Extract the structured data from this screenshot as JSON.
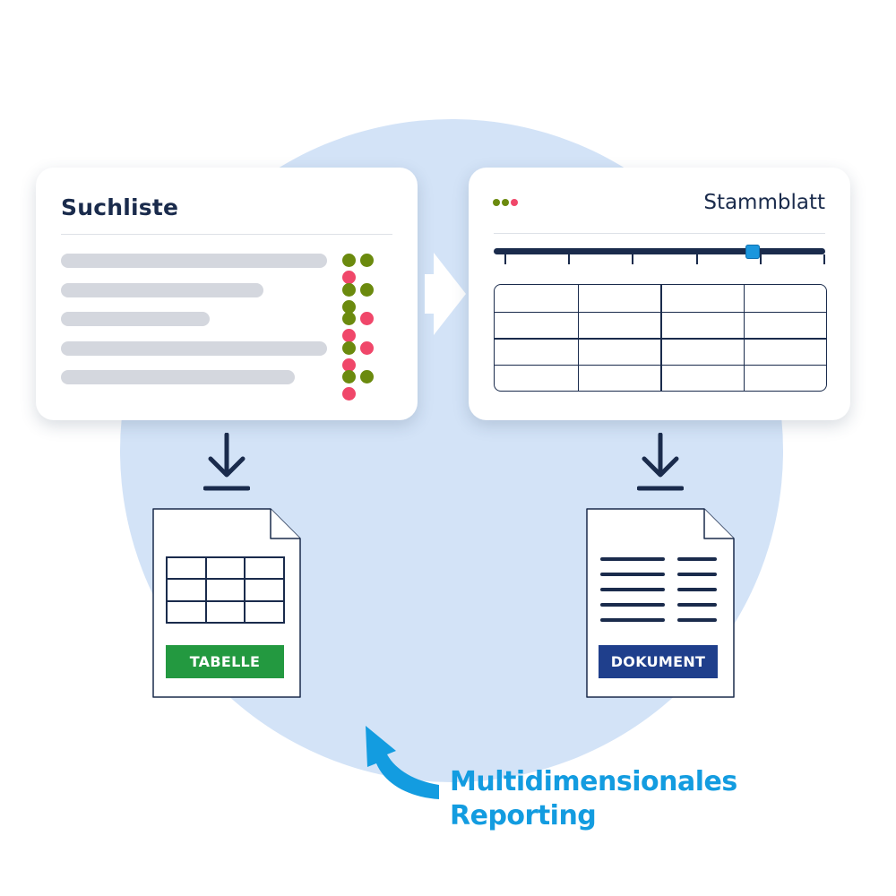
{
  "colors": {
    "navy": "#1a2b4c",
    "background_circle": "#d3e3f7",
    "dot_green": "#6b8a0e",
    "dot_red": "#f0476a",
    "tabelle_green": "#239940",
    "dokument_blue": "#1f3f8c",
    "accent_blue": "#139ce0",
    "slider_blue": "#1b96dd"
  },
  "search_list": {
    "title": "Suchliste",
    "items": [
      {
        "bar_fraction": 1.0,
        "dots": [
          "green",
          "green",
          "red"
        ]
      },
      {
        "bar_fraction": 0.76,
        "dots": [
          "green",
          "green",
          "green"
        ]
      },
      {
        "bar_fraction": 0.56,
        "dots": [
          "green",
          "red",
          "red"
        ]
      },
      {
        "bar_fraction": 1.0,
        "dots": [
          "green",
          "red",
          "red"
        ]
      },
      {
        "bar_fraction": 0.88,
        "dots": [
          "green",
          "green",
          "red"
        ]
      }
    ]
  },
  "master_sheet": {
    "title": "Stammblatt",
    "header_dots": [
      "green",
      "green",
      "red"
    ],
    "timeline": {
      "ticks": 6,
      "thumb_position": 0.78
    },
    "table": {
      "rows": 4,
      "columns": 4
    }
  },
  "exports": {
    "table_file": {
      "label": "TABELLE",
      "icon": "spreadsheet-file-icon"
    },
    "document_file": {
      "label": "DOKUMENT",
      "icon": "document-file-icon"
    }
  },
  "icons": {
    "flow": "arrow-right-icon",
    "download": "download-arrow-icon",
    "loop": "curved-arrow-icon"
  },
  "caption": {
    "line1": "Multidimensionales",
    "line2": "Reporting"
  }
}
